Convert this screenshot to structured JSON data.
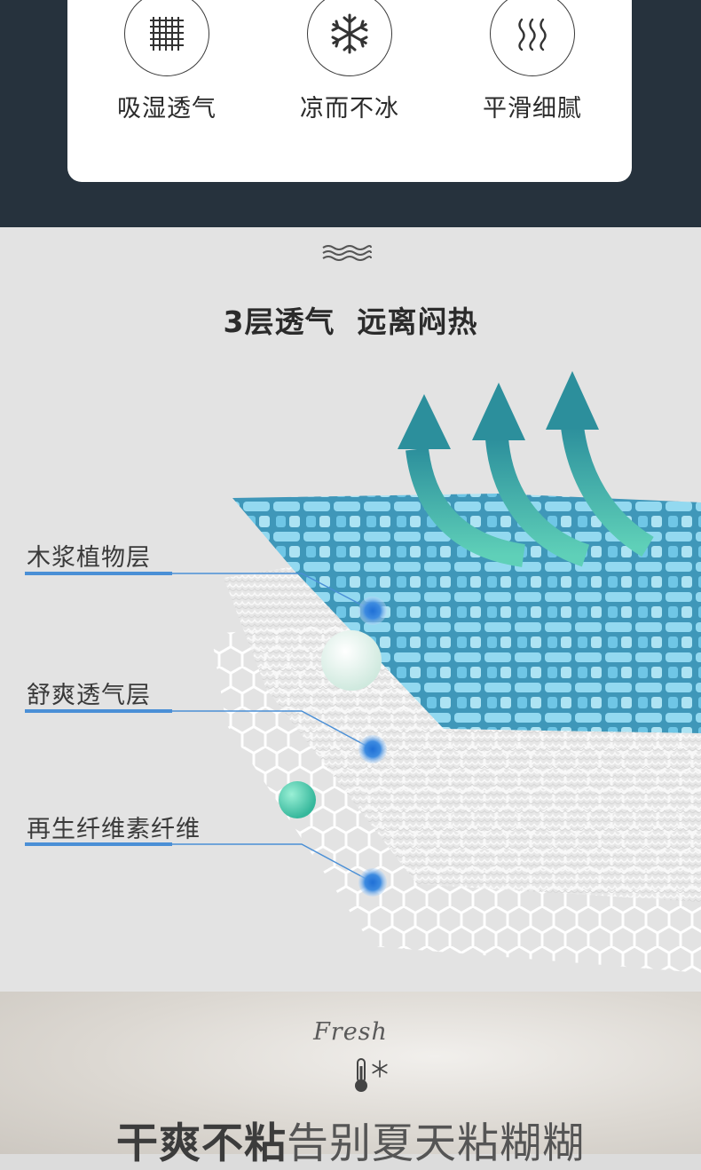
{
  "features": [
    {
      "icon": "grid-icon",
      "label": "吸湿透气"
    },
    {
      "icon": "snowflake-icon",
      "label": "凉而不冰"
    },
    {
      "icon": "heat-waves-icon",
      "label": "平滑细腻"
    }
  ],
  "layers_section": {
    "icon": "wave-icon",
    "title": "3层透气  远离闷热",
    "layer_labels": [
      "木浆植物层",
      "舒爽透气层",
      "再生纤维素纤维"
    ]
  },
  "fresh_section": {
    "script_word": "Fresh",
    "icon": "thermometer-snowflake-icon",
    "headline_bold": "干爽不粘",
    "headline_light": "告别夏天粘糊糊"
  },
  "colors": {
    "dark_band": "#26323d",
    "teal_arrow": "#3aa89a",
    "fabric_blue": "#5fc6e6",
    "callout_line": "#4a8fd6"
  }
}
